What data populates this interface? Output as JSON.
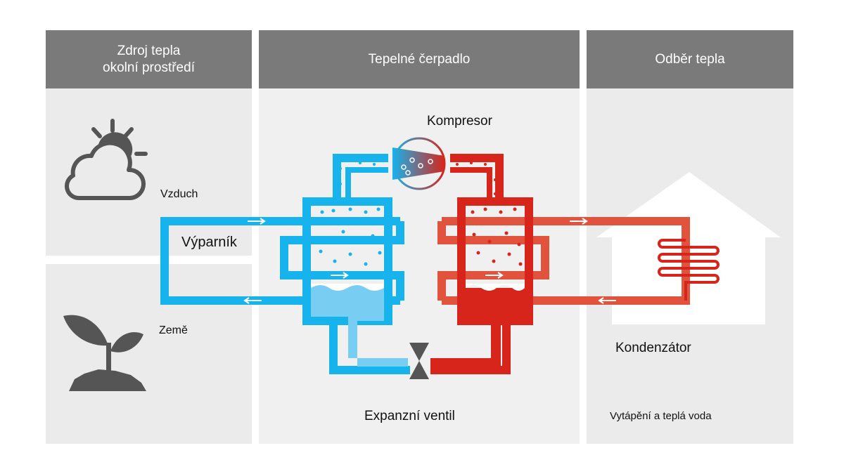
{
  "headers": {
    "source": "Zdroj tepla\nokolní prostředí",
    "pump": "Tepelné čerpadlo",
    "consumption": "Odběr tepla"
  },
  "labels": {
    "air": "Vzduch",
    "evaporator": "Výparník",
    "ground": "Země",
    "compressor": "Kompresor",
    "condenser": "Kondenzátor",
    "expansion_valve": "Expanzní ventil",
    "heating": "Vytápění a teplá voda"
  },
  "colors": {
    "cold": "#16b3ec",
    "cold_liquid": "#77cdf2",
    "hot": "#d7251b",
    "hot_loop": "#e2533e",
    "header_bg": "#7a7a7a",
    "panel_bg": "#ebebeb",
    "icon": "#555555"
  },
  "icons": [
    "cloud-sun-icon",
    "plant-icon",
    "house-icon",
    "compressor-icon",
    "expansion-valve-icon"
  ]
}
